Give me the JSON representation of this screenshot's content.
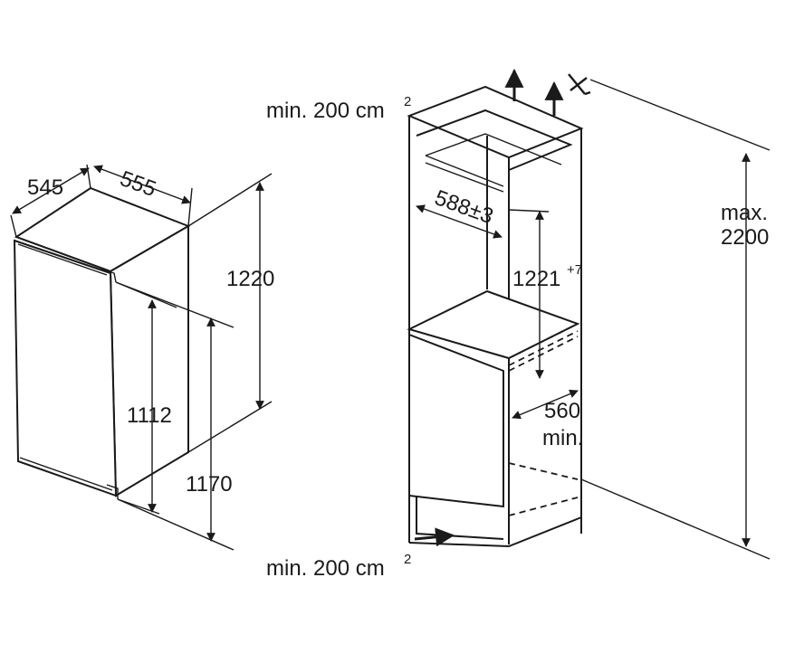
{
  "appliance": {
    "depth": "545",
    "width": "555",
    "height": "1220",
    "door_hinge_height": "1112",
    "door_height": "1170"
  },
  "niche": {
    "vent_top": {
      "prefix": "min. 200 cm",
      "exponent": "2"
    },
    "vent_bottom": {
      "prefix": "min. 200 cm",
      "exponent": "2"
    },
    "width": "588±3",
    "height": {
      "base": "1221",
      "tolerance": "+7"
    },
    "depth_line1": "560",
    "depth_line2": "min.",
    "max_line1": "max.",
    "max_line2": "2200"
  }
}
